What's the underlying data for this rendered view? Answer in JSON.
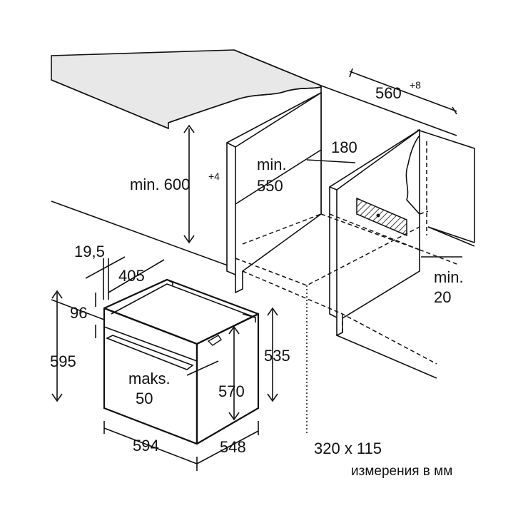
{
  "dimensions": {
    "top_width": "560",
    "top_width_tol": "+8",
    "cabinet_height": "min. 600",
    "cabinet_height_tol": "+4",
    "inner_depth_1": "min.",
    "inner_depth_2": "550",
    "vent_offset": "180",
    "side_gap_1": "min.",
    "side_gap_2": "20",
    "front_offset": "19,5",
    "handle_depth": "405",
    "top_panel": "96",
    "total_height": "595",
    "max_label_1": "maks.",
    "max_label_2": "50",
    "inner_height": "570",
    "body_height": "535",
    "width": "594",
    "depth": "548",
    "vent_size": "320 x 115"
  },
  "footer": {
    "units_note": "измерения в мм"
  },
  "colors": {
    "line": "#111111",
    "countertop": "#e6e6e6",
    "cabinet": "#ffffff",
    "hatch": "#555555"
  }
}
